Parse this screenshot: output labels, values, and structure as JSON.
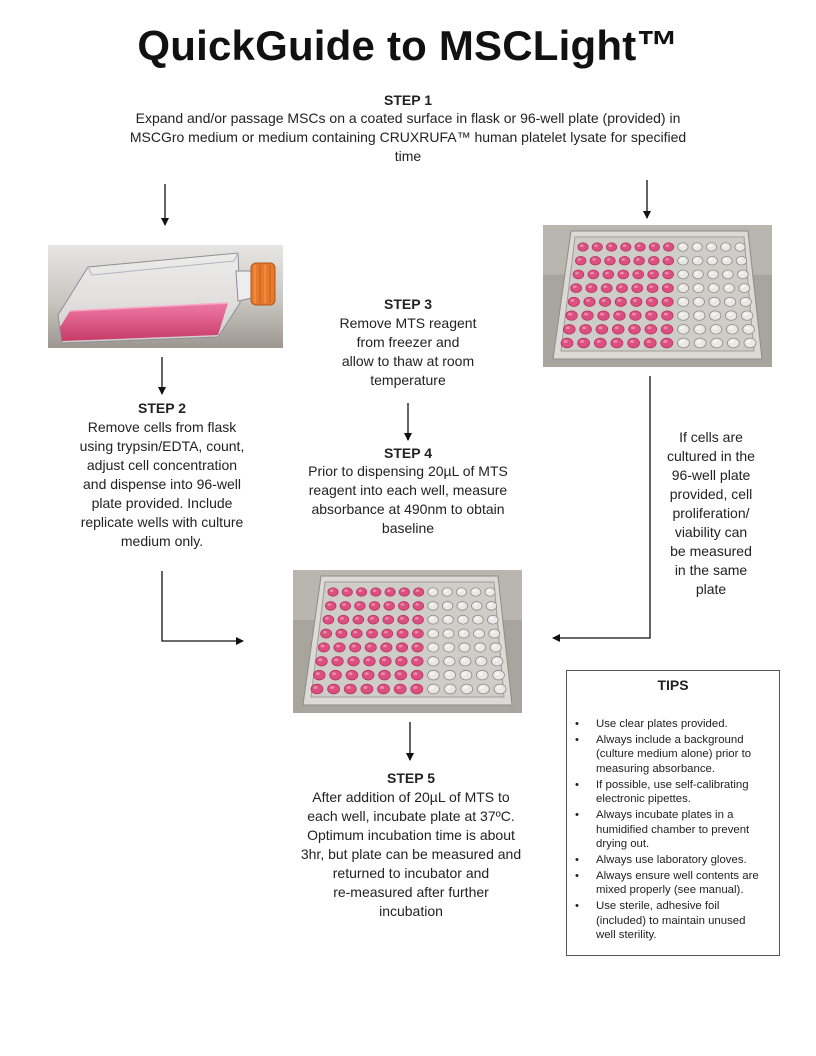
{
  "title": "QuickGuide to MSCLight™",
  "step1": {
    "heading": "STEP 1",
    "line1": "Expand and/or passage MSCs on a coated surface in flask or 96-well plate (provided) in",
    "line2": "MSCGro medium or medium containing CRUXRUFA™ human platelet lysate for specified",
    "line3": "time"
  },
  "step2": {
    "heading": "STEP 2",
    "lines": [
      "Remove cells from flask",
      "using trypsin/EDTA, count,",
      "adjust cell concentration",
      "and dispense into 96-well",
      "plate provided. Include",
      "replicate wells with culture",
      "medium only."
    ]
  },
  "step3": {
    "heading": "STEP 3",
    "lines": [
      "Remove MTS reagent",
      "from freezer and",
      "allow to thaw at room",
      "temperature"
    ]
  },
  "step4": {
    "heading": "STEP 4",
    "lines": [
      "Prior to dispensing 20µL of MTS",
      "reagent into each well, measure",
      "absorbance at 490nm to obtain",
      "baseline"
    ]
  },
  "step5": {
    "heading": "STEP 5",
    "lines": [
      "After addition of 20µL of MTS to",
      "each well, incubate plate at 37ºC.",
      "Optimum incubation time is about",
      "3hr, but plate can be measured and",
      "returned to incubator and",
      "re-measured after further",
      "incubation"
    ]
  },
  "side_note": {
    "lines": [
      "If cells are",
      "cultured in the",
      "96-well plate",
      "provided, cell",
      "proliferation/",
      "viability can",
      "be measured",
      "in the same",
      "plate"
    ]
  },
  "tips": {
    "heading": "TIPS",
    "bullet": "•",
    "items": [
      {
        "lines": [
          "Use clear plates provided."
        ]
      },
      {
        "lines": [
          "Always include a background",
          "(culture medium alone) prior to",
          "measuring absorbance."
        ]
      },
      {
        "lines": [
          "If possible, use self-calibrating",
          "electronic pipettes."
        ]
      },
      {
        "lines": [
          "Always incubate plates in a",
          "humidified chamber to prevent",
          "drying out."
        ]
      },
      {
        "lines": [
          "Always use laboratory gloves."
        ]
      },
      {
        "lines": [
          "Always ensure well contents are",
          "mixed properly (see manual)."
        ]
      },
      {
        "lines": [
          "Use sterile, adhesive foil",
          "(included) to maintain unused",
          "well sterility."
        ]
      }
    ]
  },
  "colors": {
    "text": "#222222",
    "arrow": "#111111",
    "media_pink": "#e0457c",
    "cap_orange": "#e8782a",
    "photo_bg": "#9c9890"
  }
}
